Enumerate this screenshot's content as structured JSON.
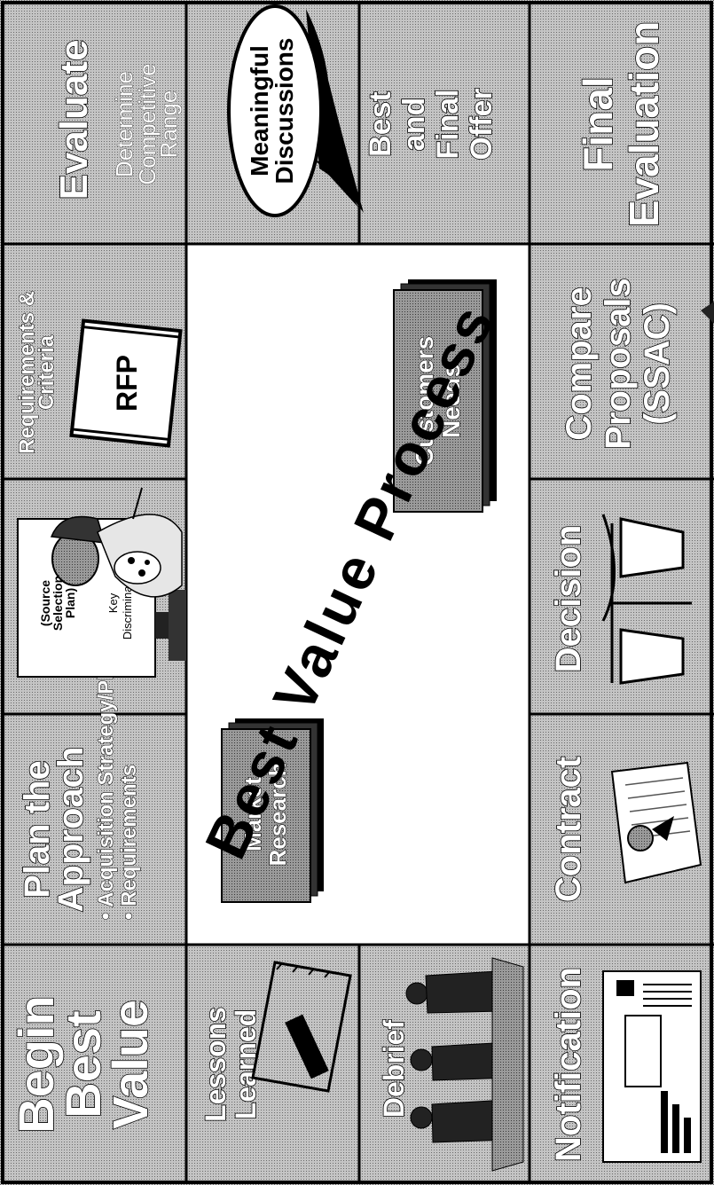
{
  "title": "Best Value Process",
  "cells": {
    "begin": [
      "Begin",
      "Best",
      "Value"
    ],
    "plan_the_approach": {
      "title_lines": [
        "Plan the",
        "Approach"
      ],
      "bullets": [
        "Acquisition Strategy/Plan",
        "Requirements"
      ]
    },
    "source_selection_plan": {
      "doc_lines": [
        "(Source",
        "Selection",
        "Plan)"
      ],
      "key_lines": [
        "Key",
        "Discriminators"
      ]
    },
    "requirements_criteria": [
      "Requirements &",
      "Criteria"
    ],
    "rfp": "RFP",
    "evaluate": "Evaluate",
    "competitive_range": [
      "Determine",
      "Competitive",
      "Range"
    ],
    "meaningful_discussions": [
      "Meaningful",
      "Discussions"
    ],
    "best_final_offer": [
      "Best",
      "and",
      "Final",
      "Offer"
    ],
    "final_evaluation": [
      "Final",
      "Evaluation"
    ],
    "compare_proposals": [
      "Compare",
      "Proposals",
      "(SSAC)"
    ],
    "decision": "Decision",
    "contract": "Contract",
    "notification": "Notification",
    "debrief": "Debrief",
    "lessons_learned": [
      "Lessons",
      "Learned"
    ]
  },
  "center": {
    "market_research": [
      "Market",
      "Research"
    ],
    "customers_needs": [
      "Customers",
      "Needs"
    ]
  },
  "colors": {
    "cell_fill": "#b9b9b9",
    "border": "#000000",
    "center_fill": "#ffffff",
    "card_fill": "#a8a8a8"
  }
}
